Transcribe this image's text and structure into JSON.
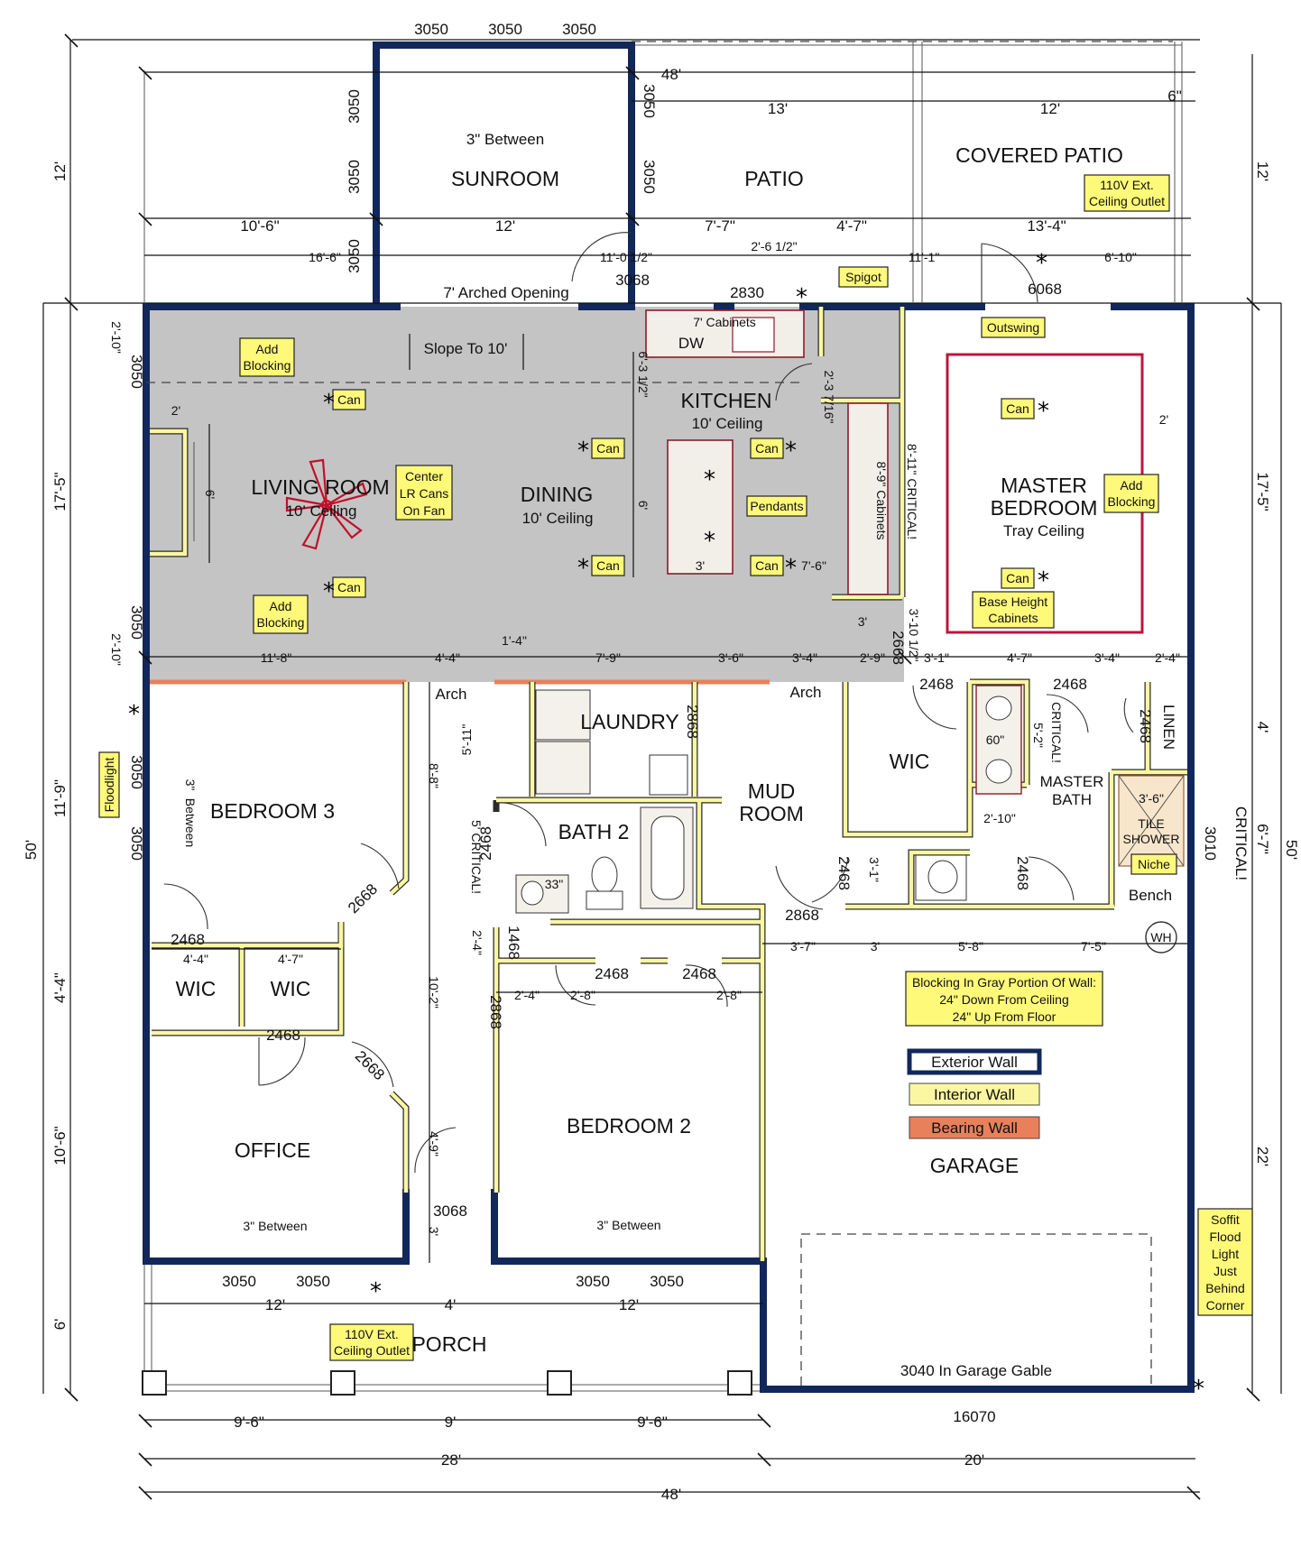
{
  "rooms": {
    "sunroom": "SUNROOM",
    "patio": "PATIO",
    "covered_patio": "COVERED PATIO",
    "kitchen": "KITCHEN",
    "kitchen_ceiling": "10' Ceiling",
    "living_room": "LIVING ROOM",
    "living_ceiling": "10' Ceiling",
    "dining": "DINING",
    "dining_ceiling": "10' Ceiling",
    "master_bedroom_1": "MASTER",
    "master_bedroom_2": "BEDROOM",
    "master_ceiling": "Tray Ceiling",
    "laundry": "LAUNDRY",
    "mud_room_1": "MUD",
    "mud_room_2": "ROOM",
    "wic_master": "WIC",
    "master_bath_1": "MASTER",
    "master_bath_2": "BATH",
    "linen": "LINEN",
    "bedroom3": "BEDROOM 3",
    "bath2": "BATH 2",
    "tile_shower_1": "TILE",
    "tile_shower_2": "SHOWER",
    "bench": "Bench",
    "wic_left": "WIC",
    "wic_right": "WIC",
    "office": "OFFICE",
    "bedroom2": "BEDROOM 2",
    "garage": "GARAGE",
    "porch": "PORCH"
  },
  "tags": {
    "outlet_top_1": "110V Ext.",
    "outlet_top_2": "Ceiling Outlet",
    "spigot": "Spigot",
    "outswing": "Outswing",
    "add_blocking_lr_1": "Add",
    "add_blocking_lr_2": "Blocking",
    "add_blocking_lr2_1": "Add",
    "add_blocking_lr2_2": "Blocking",
    "add_blocking_mb_1": "Add",
    "add_blocking_mb_2": "Blocking",
    "can_1": "Can",
    "can_2": "Can",
    "can_3": "Can",
    "can_4": "Can",
    "can_5": "Can",
    "can_6": "Can",
    "can_7": "Can",
    "can_8": "Can",
    "center_1": "Center",
    "center_2": "LR Cans",
    "center_3": "On Fan",
    "pendants": "Pendants",
    "base_height_1": "Base Height",
    "base_height_2": "Cabinets",
    "floodlight": "Floodlight",
    "niche": "Niche",
    "blocking_note_1": "Blocking In Gray Portion Of Wall:",
    "blocking_note_2": "24\" Down From Ceiling",
    "blocking_note_3": "24\" Up From Floor",
    "soffit_1": "Soffit",
    "soffit_2": "Flood",
    "soffit_3": "Light",
    "soffit_4": "Just",
    "soffit_5": "Behind",
    "soffit_6": "Corner",
    "outlet_porch_1": "110V Ext.",
    "outlet_porch_2": "Ceiling Outlet"
  },
  "legend": {
    "exterior": "Exterior Wall",
    "interior": "Interior Wall",
    "bearing": "Bearing Wall",
    "colors": {
      "exterior": "#12275a",
      "interior": "#fbf6a1",
      "bearing": "#e9805c",
      "tag": "#fff97a",
      "gray_zone": "#c4c4c4",
      "cabinet_outline": "#8a1c2a",
      "tray_outline": "#c0143c"
    }
  },
  "notes": {
    "arched_opening": "7' Arched Opening",
    "slope": "Slope To 10'",
    "three_between_top": "3\" Between",
    "three_between_bed3_1": "3\"",
    "three_between_bed3_2": "Between",
    "three_between_office": "3\" Between",
    "three_between_bed2": "3\" Between",
    "seven_cabinets": "7' Cabinets",
    "dw": "DW",
    "cabinets_889": "8'-9\" Cabinets",
    "critical_811": "8'-11\" CRITICAL!",
    "critical_52": "CRITICAL!",
    "critical_5": "5' CRITICAL!",
    "critical_right": "CRITICAL!",
    "arch_1": "Arch",
    "arch_2": "Arch",
    "sixty": "60\"",
    "thirtythree": "33\"",
    "wh": "WH",
    "garage_gable": "3040 In Garage Gable"
  },
  "doors": {
    "d3050_t1": "3050",
    "d3050_t2": "3050",
    "d3050_t3": "3050",
    "d3050_l1": "3050",
    "d3050_l2": "3050",
    "d3050_l3": "3050",
    "d3050_r1": "3050",
    "d3050_r2": "3050",
    "d3050_lr_a": "3050",
    "d3050_lr_b": "3050",
    "d3050_b3_a": "3050",
    "d3050_b3_b": "3050",
    "d3050_off_a": "3050",
    "d3050_off_b": "3050",
    "d3050_b2_a": "3050",
    "d3050_b2_b": "3050",
    "d3068_top": "3068",
    "d2830": "2830",
    "d6068": "6068",
    "d2468_a": "2468",
    "d2468_b": "2468",
    "d2468_c": "2468",
    "d2468_d": "2468",
    "d2468_e": "2468",
    "d2468_f": "2468",
    "d2468_g": "2468",
    "d2468_h": "2468",
    "d2468_i": "2468",
    "d2468_j": "2468",
    "d2468_k": "2468",
    "d2668_a": "2668",
    "d2668_b": "2668",
    "d2668_c": "2668",
    "d2868_a": "2868",
    "d2868_b": "2868",
    "d2868_c": "2868",
    "d1468": "1468",
    "d3068_bot": "3068",
    "d3010": "3010",
    "d16070": "16070"
  },
  "dims": {
    "top_48": "48'",
    "top_13": "13'",
    "top_12": "12'",
    "top_6in": "6\"",
    "r1_106": "10'-6\"",
    "r1_12": "12'",
    "r1_77": "7'-7\"",
    "r1_47": "4'-7\"",
    "r1_134": "13'-4\"",
    "r2_166": "16'-6\"",
    "r2_1105": "11'-0 1/2\"",
    "r2_265": "2'-6 1/2\"",
    "r2_111": "11'-1\"",
    "r2_610": "6'-10\"",
    "left_12": "12'",
    "left_175": "17'-5\"",
    "left_119": "11'-9\"",
    "left_44": "4'-4\"",
    "left_106": "10'-6\"",
    "left_6": "6'",
    "left_50": "50'",
    "left_210a": "2'-10\"",
    "left_210b": "2'-10\"",
    "right_12": "12'",
    "right_175": "17'-5\"",
    "right_4": "4'",
    "right_67": "6'-7\"",
    "right_22": "22'",
    "right_50": "50'",
    "lr_2": "2'",
    "lr_6": "6'",
    "kit_6": "6'",
    "kit_631": "6'-3 1/2\"",
    "kit_2376": "2'-3 7/16\"",
    "isl_3": "3'",
    "isl_76": "7'-6\"",
    "mb_2": "2'",
    "h_118": "11'-8\"",
    "h_44": "4'-4\"",
    "h_14": "1'-4\"",
    "h_79": "7'-9\"",
    "h_36": "3'-6\"",
    "h_34": "3'-4\"",
    "h_29": "2'-9\"",
    "h_31": "3'-1\"",
    "h_47": "4'-7\"",
    "h_34b": "3'-4\"",
    "h_24": "2'-4\"",
    "kit_3": "3'",
    "kit_3105": "3'-10 1/2\"",
    "v_511": "5'-11\"",
    "v_88": "8'-8\"",
    "v_102": "10'-2\"",
    "v_49": "4'-9\"",
    "v_3": "3'",
    "v_24": "2'-4\"",
    "mb_52": "5'-2\"",
    "mb_36": "3'-6\"",
    "mb_210": "2'-10\"",
    "mb_31": "3'-1\"",
    "h_37": "3'-7\"",
    "h_3": "3'",
    "h_58": "5'-8\"",
    "h_75": "7'-5\"",
    "wic_44": "4'-4\"",
    "wic_47": "4'-7\"",
    "b2_24": "2'-4\"",
    "b2_28a": "2'-8\"",
    "b2_28b": "2'-8\"",
    "porch_12a": "12'",
    "porch_4": "4'",
    "porch_12b": "12'",
    "bot_96a": "9'-6\"",
    "bot_9": "9'",
    "bot_96b": "9'-6\"",
    "bot_28": "28'",
    "bot_20": "20'",
    "bot_48": "48'"
  }
}
